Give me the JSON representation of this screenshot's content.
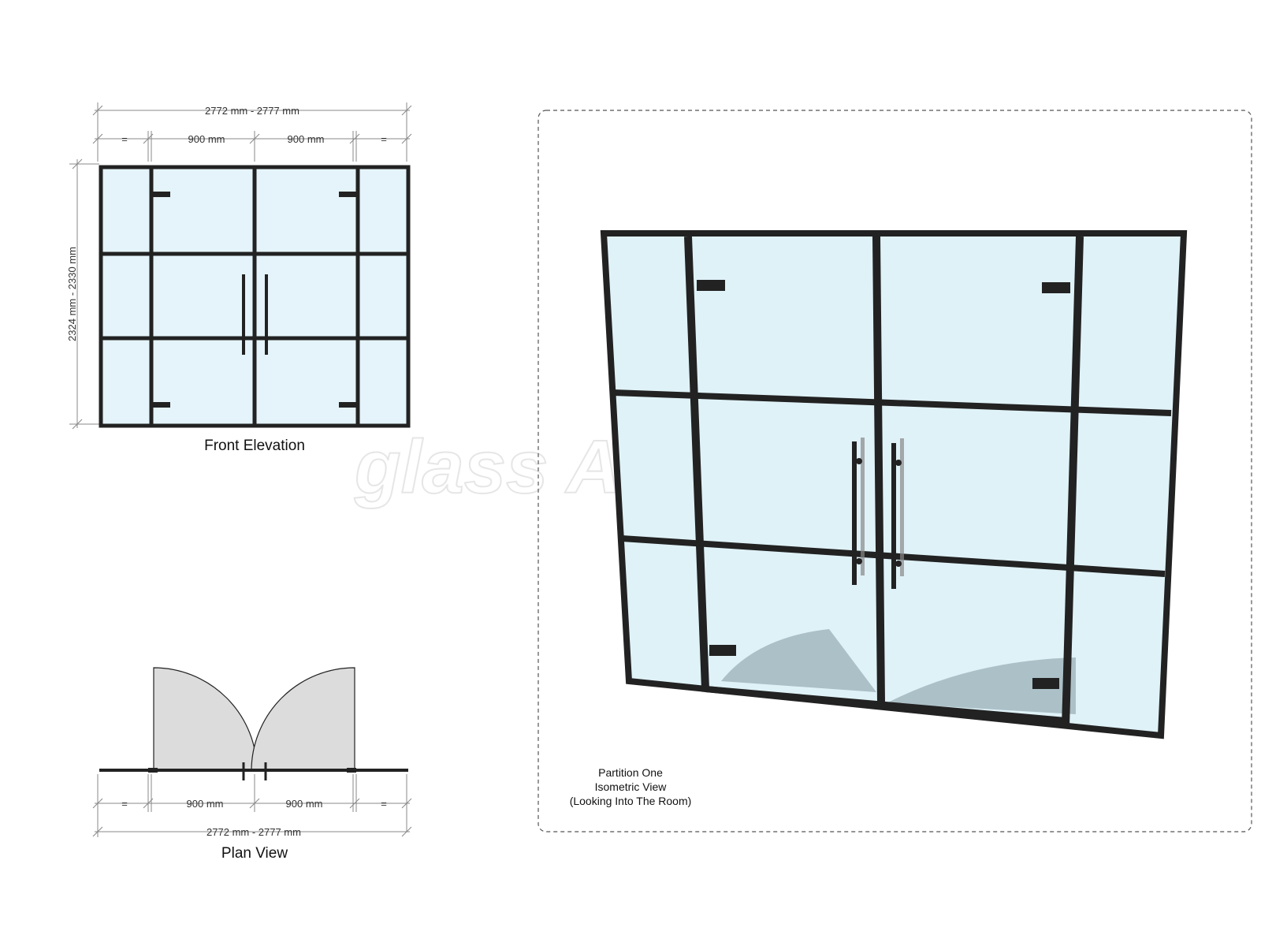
{
  "front_elevation": {
    "caption": "Front Elevation",
    "overall_width": "2772 mm - 2777 mm",
    "door_width_left": "900 mm",
    "door_width_right": "900 mm",
    "side_left": "=",
    "side_right": "=",
    "overall_height": "2324 mm - 2330 mm"
  },
  "plan_view": {
    "caption": "Plan View",
    "overall_width": "2772 mm - 2777 mm",
    "door_width_left": "900 mm",
    "door_width_right": "900 mm",
    "side_left": "=",
    "side_right": "="
  },
  "isometric": {
    "line1": "Partition One",
    "line2": "Isometric View",
    "line3": "(Looking Into The Room)"
  },
  "watermark": "glass AT work",
  "colors": {
    "frame": "#222222",
    "glass": "#e4f4fa",
    "swing": "#dcdcdc",
    "dim_line": "#888888"
  }
}
